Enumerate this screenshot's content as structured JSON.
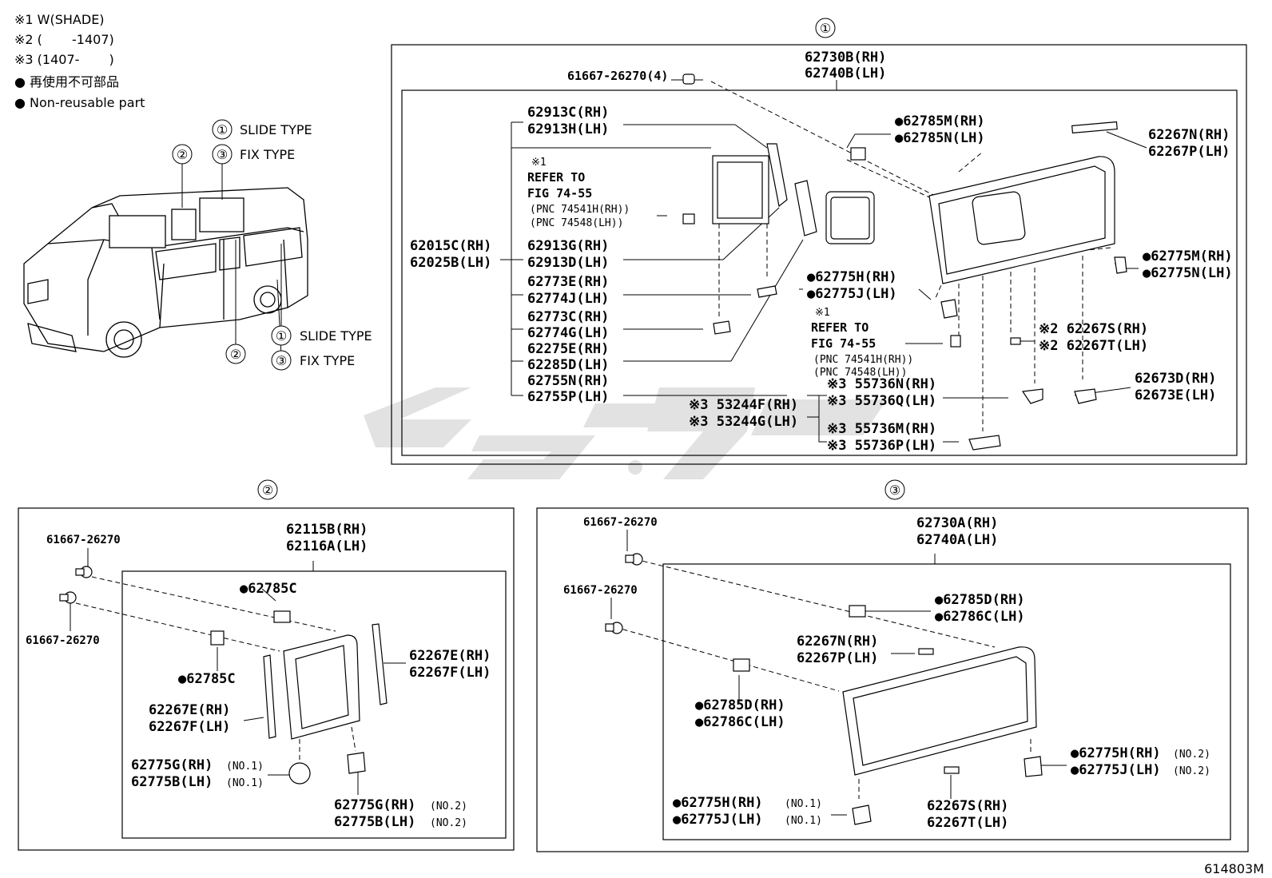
{
  "legend": {
    "note1": "※1 W(SHADE)",
    "note2": "※2 (　　 -1407)",
    "note3": "※3 (1407-　　 )",
    "bullet_jp": "● 再使用不可部品",
    "bullet_en": "● Non-reusable part"
  },
  "van_labels": {
    "c1": "①",
    "c2": "②",
    "c3": "③",
    "slide_type": "SLIDE TYPE",
    "fix_type": "FIX TYPE"
  },
  "section1": {
    "marker": "①",
    "p_clip": "61667-26270(4)",
    "p_frame_rh": "62730B(RH)",
    "p_frame_lh": "62740B(LH)",
    "p_913c": "62913C(RH)",
    "p_913h": "62913H(LH)",
    "ref_mark": "※1",
    "ref_to": "REFER TO",
    "ref_fig": "FIG 74-55",
    "ref_pnc1": "(PNC 74541H(RH))",
    "ref_pnc2": "(PNC 74548(LH))",
    "p_015c": "62015C(RH)",
    "p_025b": "62025B(LH)",
    "p_913g": "62913G(RH)",
    "p_913d": "62913D(LH)",
    "p_773e": "62773E(RH)",
    "p_774j": "62774J(LH)",
    "p_773c": "62773C(RH)",
    "p_774g": "62774G(LH)",
    "p_275e": "62275E(RH)",
    "p_285d": "62285D(LH)",
    "p_755n": "62755N(RH)",
    "p_755p": "62755P(LH)",
    "p_785m": "●62785M(RH)",
    "p_785n": "●62785N(LH)",
    "p_267n": "62267N(RH)",
    "p_267p": "62267P(LH)",
    "p_775m": "●62775M(RH)",
    "p_775n": "●62775N(LH)",
    "p_775h": "●62775H(RH)",
    "p_775j": "●62775J(LH)",
    "ref2_mark": "※1",
    "ref2_to": "REFER TO",
    "ref2_fig": "FIG 74-55",
    "ref2_pnc1": "(PNC 74541H(RH))",
    "ref2_pnc2": "(PNC 74548(LH))",
    "p_267s": "※2 62267S(RH)",
    "p_267t": "※2 62267T(LH)",
    "p_673d": "62673D(RH)",
    "p_673e": "62673E(LH)",
    "p_736n": "※3 55736N(RH)",
    "p_736q": "※3 55736Q(LH)",
    "p_244f": "※3 53244F(RH)",
    "p_244g": "※3 53244G(LH)",
    "p_736m": "※3 55736M(RH)",
    "p_736p": "※3 55736P(LH)"
  },
  "section2": {
    "marker": "②",
    "p_clip_a": "61667-26270",
    "p_clip_b": "61667-26270",
    "p_115b": "62115B(RH)",
    "p_116a": "62116A(LH)",
    "p_785c_a": "●62785C",
    "p_785c_b": "●62785C",
    "p_267e_r": "62267E(RH)",
    "p_267f_r": "62267F(LH)",
    "p_267e_l": "62267E(RH)",
    "p_267f_l": "62267F(LH)",
    "p_775g_1": "62775G(RH)",
    "p_775b_1": "62775B(LH)",
    "no1": "(NO.1)",
    "p_775g_2": "62775G(RH)",
    "p_775b_2": "62775B(LH)",
    "no2": "(NO.2)"
  },
  "section3": {
    "marker": "③",
    "p_clip_a": "61667-26270",
    "p_clip_b": "61667-26270",
    "p_730a": "62730A(RH)",
    "p_740a": "62740A(LH)",
    "p_785d_a": "●62785D(RH)",
    "p_786c_a": "●62786C(LH)",
    "p_267n": "62267N(RH)",
    "p_267p": "62267P(LH)",
    "p_785d_b": "●62785D(RH)",
    "p_786c_b": "●62786C(LH)",
    "p_775h_2": "●62775H(RH)",
    "p_775j_2": "●62775J(LH)",
    "no2": "(NO.2)",
    "p_775h_1": "●62775H(RH)",
    "p_775j_1": "●62775J(LH)",
    "no1": "(NO.1)",
    "p_267s": "62267S(RH)",
    "p_267t": "62267T(LH)"
  },
  "figure_id": "614803M"
}
